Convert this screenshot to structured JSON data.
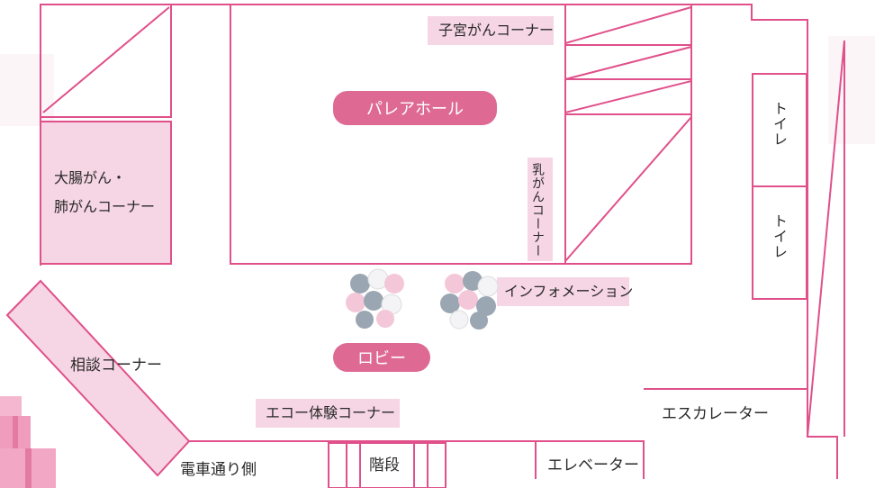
{
  "map": {
    "rooms": {
      "cervical_corner": "子宮がんコーナー",
      "parea_hall": "パレアホール",
      "colon_lung_corner_line1": "大腸がん・",
      "colon_lung_corner_line2": "肺がんコーナー",
      "breast_corner": "乳がんコーナー",
      "toilet_1": "トイレ",
      "toilet_2": "トイレ",
      "information": "インフォメーション",
      "consultation_corner": "相談コーナー",
      "lobby": "ロビー",
      "echo_corner": "エコー体験コーナー",
      "escalator": "エスカレーター",
      "train_side": "電車通り側",
      "stairs": "階段",
      "elevator": "エレベーター"
    },
    "colors": {
      "wall": "#e0508a",
      "room_fill": "#f6d5e4",
      "pill": "#de6a93",
      "balloon_grey": "#9aa6b2",
      "balloon_pink": "#f3c7d8",
      "balloon_white": "#f4f4f6"
    },
    "icons": [
      "balloon-cluster-icon",
      "balloon-cluster-icon",
      "gift-box-icon"
    ]
  }
}
